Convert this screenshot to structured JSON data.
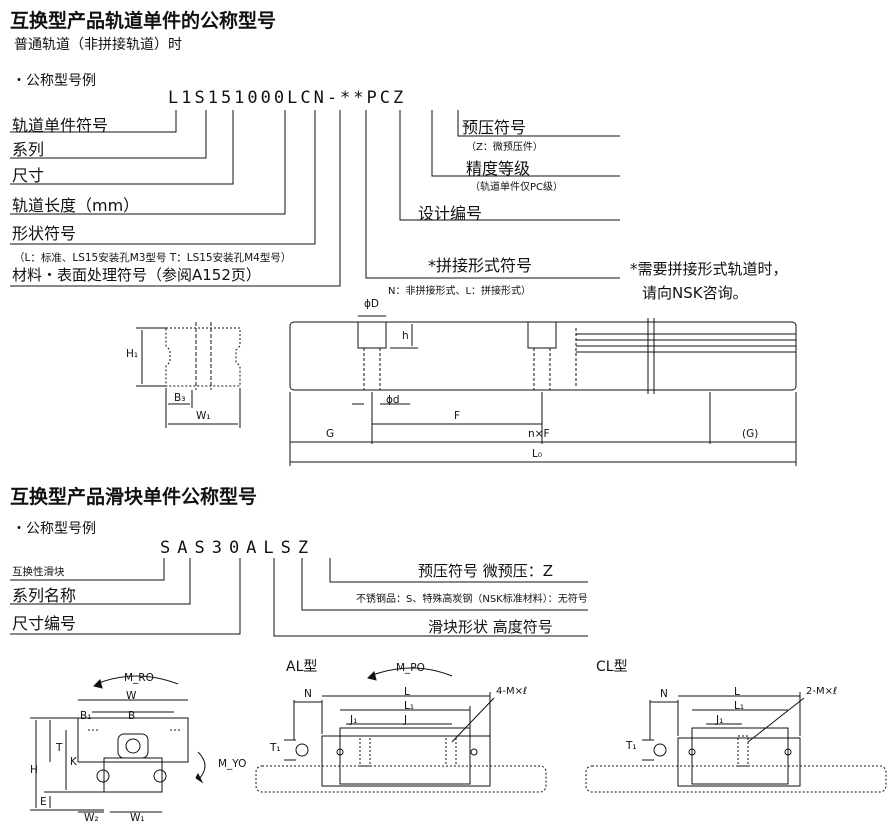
{
  "rail": {
    "title": "互换型产品轨道单件的公称型号",
    "subtitle": "普通轨道（非拼接轨道）时",
    "example_heading": "・公称型号例",
    "code": "L1S151000LCN-**PCZ",
    "labels": {
      "rail_code": "轨道单件符号",
      "series": "系列",
      "size": "尺寸",
      "length": "轨道长度（mm）",
      "shape": "形状符号",
      "shape_note": "（L：标准、LS15安装孔M3型号 T：LS15安装孔M4型号）",
      "material": "材料・表面处理符号（参阅A152页）",
      "preload": "预压符号",
      "preload_note": "（Z：微预压件）",
      "accuracy": "精度等级",
      "accuracy_note": "（轨道单件仅PC级）",
      "design": "设计编号",
      "joint": "*拼接形式符号",
      "joint_note": "N：非拼接形式、L：拼接形式）",
      "consult_1": "*需要拼接形式轨道时，",
      "consult_2": "请向NSK咨询。"
    },
    "dims": {
      "H1": "H₁",
      "B3": "B₃",
      "W1": "W₁",
      "phiD": "ϕD",
      "h": "h",
      "phid": "ϕd",
      "F": "F",
      "G": "G",
      "nF": "n×F",
      "Gp": "(G)",
      "L0": "L₀"
    }
  },
  "block": {
    "title": "互换型产品滑块单件公称型号",
    "example_heading": "・公称型号例",
    "code": "SAS30ALSZ",
    "labels": {
      "block_code": "互换性滑块",
      "series_name": "系列名称",
      "size_code": "尺寸编号",
      "preload": "预压符号 微预压：Z",
      "material": "不锈钢品：S、特殊高炭钢（NSK标准材料）：无符号",
      "shape": "滑块形状 高度符号"
    },
    "views": {
      "al_title": "AL型",
      "cl_title": "CL型"
    },
    "dims": {
      "MRO": "M_RO",
      "W": "W",
      "B": "B",
      "B1": "B₁",
      "T": "T",
      "H": "H",
      "K": "K",
      "E": "E",
      "W2": "W₂",
      "W1": "W₁",
      "MYO": "M_YO",
      "MPO": "M_PO",
      "N": "N",
      "L": "L",
      "L1": "L₁",
      "J1": "J₁",
      "J": "J",
      "T1": "T₁",
      "hole4": "4-M×ℓ",
      "hole2": "2-M×ℓ"
    }
  }
}
